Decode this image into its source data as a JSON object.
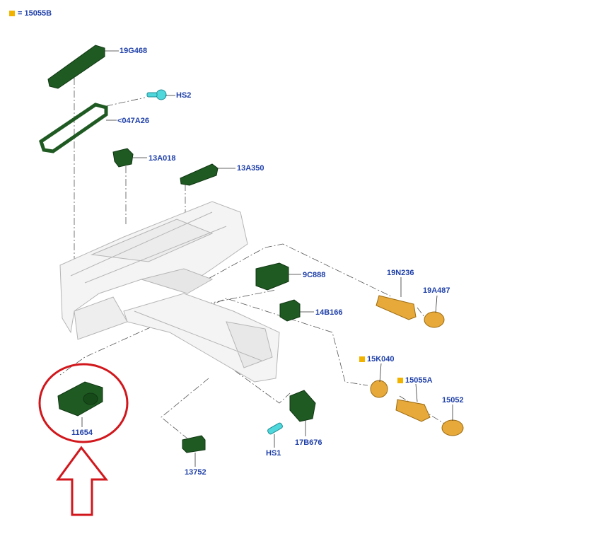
{
  "legend": {
    "swatch_color": "#f2b300",
    "text": "= 15055B"
  },
  "colors": {
    "dark_part": "#1f5a22",
    "orange_part": "#e6a93a",
    "cyan_part": "#4fd7dc",
    "label": "#1e3fa8",
    "highlight": "#d1171c"
  },
  "labels": {
    "p19G468": "19G468",
    "pHS2": "HS2",
    "p047A26": "<047A26",
    "p13A018": "13A018",
    "p13A350": "13A350",
    "p9C888": "9C888",
    "p14B166": "14B166",
    "p19N236": "19N236",
    "p19A487": "19A487",
    "p15K040": "15K040",
    "p15055A": "15055A",
    "p15052": "15052",
    "p11654": "11654",
    "p13752": "13752",
    "pHS1": "HS1",
    "p17B676": "17B676"
  },
  "highlighted_part": "11654"
}
